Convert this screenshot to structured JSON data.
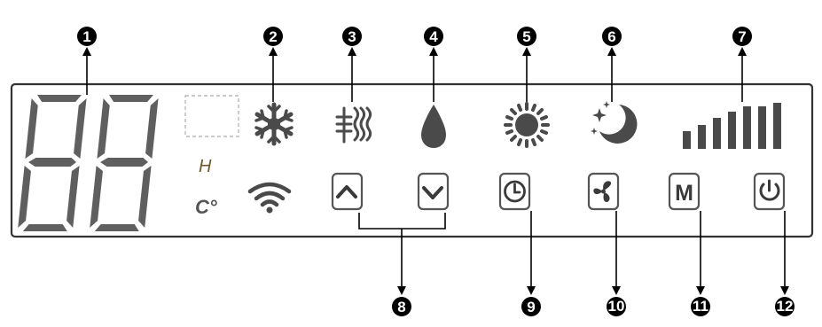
{
  "display": {
    "humidity_unit": "H",
    "temperature_unit": "C°"
  },
  "buttons": {
    "mode_label": "M"
  },
  "callouts": [
    "1",
    "2",
    "3",
    "4",
    "5",
    "6",
    "7",
    "8",
    "9",
    "10",
    "11",
    "12"
  ],
  "colors": {
    "lcd_segments": "#5f5f5f",
    "callout_fill": "#000000",
    "panel_border": "#333333",
    "h_label": "#6b5a2e"
  },
  "icons": {
    "seven_segment": "seven-segment-digits-icon",
    "blank_indicator": "dashed-blank-box-icon",
    "snowflake": "snowflake-icon",
    "wifi": "wifi-icon",
    "dehumidify": "dehumidify-icon",
    "water_drop": "water-drop-icon",
    "sun": "sun-icon",
    "moon": "moon-stars-icon",
    "signal_bars": "signal-bars-icon",
    "up": "chevron-up-icon",
    "down": "chevron-down-icon",
    "timer": "clock-icon",
    "fan": "fan-icon",
    "power": "power-icon"
  }
}
